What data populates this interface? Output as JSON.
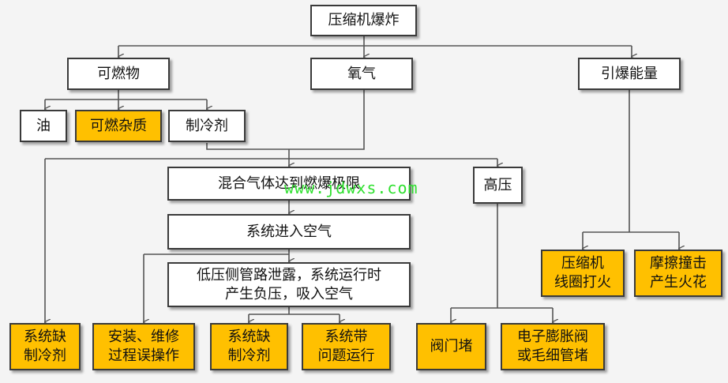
{
  "diagram": {
    "root": "压缩机爆炸",
    "level1": {
      "combustible": "可燃物",
      "oxygen": "氧气",
      "ignition_energy": "引爆能量"
    },
    "combustible_children": {
      "oil": "油",
      "impurities": "可燃杂质",
      "refrigerant": "制冷剂"
    },
    "mixture": "混合气体达到燃爆极限",
    "high_pressure": "高压",
    "air_enters": "系统进入空气",
    "leak": "低压侧管路泄露，系统运行时\n产生负压，吸入空气",
    "causes": {
      "lack_refrigerant_left": "系统缺\n制冷剂",
      "install_maintenance": "安装、维修\n过程误操作",
      "lack_refrigerant_mid": "系统缺\n制冷剂",
      "run_with_issue": "系统带\n问题运行",
      "valve_blocked": "阀门堵",
      "expansion_valve_blocked": "电子膨胀阀\n或毛细管堵",
      "coil_spark": "压缩机\n线圈打火",
      "friction_spark": "摩擦撞击\n产生火花"
    },
    "watermark": "www.jdwxs.com"
  },
  "colors": {
    "highlight": "#ffc000",
    "box": "#ffffff",
    "border": "#3a3a3a",
    "line": "#555555",
    "watermark": "#2fe02f"
  }
}
